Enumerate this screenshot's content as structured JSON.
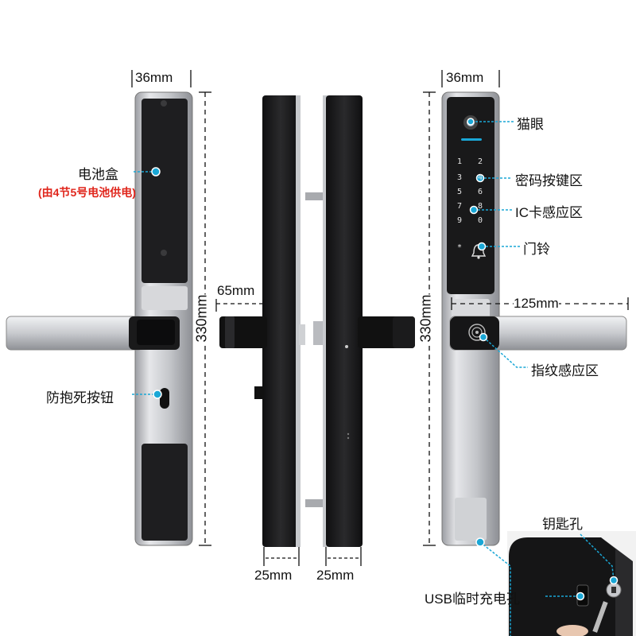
{
  "colors": {
    "callout": "#1aa7d6",
    "lock_body": "#1c1c1e",
    "silver": "#c9cbcf",
    "red_note": "#e0261c"
  },
  "dimensions": {
    "back_width": "36mm",
    "front_width": "36mm",
    "height_left": "330mm",
    "height_right": "330mm",
    "side_handle_depth": "65mm",
    "side_thickness_left": "25mm",
    "side_thickness_right": "25mm",
    "handle_length": "125mm"
  },
  "labels": {
    "battery_box": "电池盒",
    "battery_note": "(由4节5号电池供电)",
    "anti_lock_button": "防抱死按钮",
    "peephole": "猫眼",
    "keypad": "密码按键区",
    "ic_card": "IC卡感应区",
    "doorbell": "门铃",
    "fingerprint": "指纹感应区",
    "keyhole": "钥匙孔",
    "usb_port": "USB临时充电孔"
  },
  "keypad_keys": [
    "1",
    "2",
    "3",
    "4",
    "5",
    "6",
    "7",
    "8",
    "9",
    "0",
    "*"
  ],
  "icons": [
    "doorbell-icon",
    "fingerprint-icon",
    "camera-icon"
  ]
}
